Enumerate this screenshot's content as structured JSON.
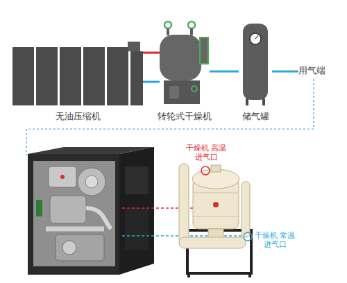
{
  "diagram": {
    "nodes": [
      {
        "text": [
          "无油压缩机"
        ]
      },
      {
        "text": [
          "转轮式干燥机"
        ]
      },
      {
        "text": [
          "储气罐"
        ]
      },
      {
        "text": [
          "用气端"
        ]
      }
    ],
    "edges": [
      {
        "from": 0,
        "to": 1,
        "arrow": "none"
      },
      {
        "from": 0,
        "to": 1,
        "arrow": "none"
      },
      {
        "from": 1,
        "to": 2,
        "arrow": "none"
      },
      {
        "from": 2,
        "to": 3,
        "arrow": "none"
      }
    ],
    "labels": [
      "干燥机 高温进气口",
      "干燥机 常温进气口"
    ]
  }
}
